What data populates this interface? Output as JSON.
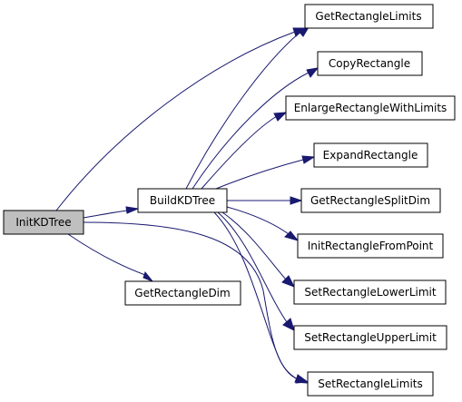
{
  "graph": {
    "edge_color": "#191970",
    "root_fill": "#bfbfbf",
    "nodes": {
      "InitKDTree": "InitKDTree",
      "BuildKDTree": "BuildKDTree",
      "GetRectangleDim": "GetRectangleDim",
      "GetRectangleLimits": "GetRectangleLimits",
      "CopyRectangle": "CopyRectangle",
      "EnlargeRectangleWithLimits": "EnlargeRectangleWithLimits",
      "ExpandRectangle": "ExpandRectangle",
      "GetRectangleSplitDim": "GetRectangleSplitDim",
      "InitRectangleFromPoint": "InitRectangleFromPoint",
      "SetRectangleLowerLimit": "SetRectangleLowerLimit",
      "SetRectangleUpperLimit": "SetRectangleUpperLimit",
      "SetRectangleLimits": "SetRectangleLimits"
    },
    "edges": [
      [
        "InitKDTree",
        "GetRectangleLimits"
      ],
      [
        "InitKDTree",
        "BuildKDTree"
      ],
      [
        "InitKDTree",
        "GetRectangleDim"
      ],
      [
        "InitKDTree",
        "SetRectangleLimits"
      ],
      [
        "BuildKDTree",
        "GetRectangleLimits"
      ],
      [
        "BuildKDTree",
        "CopyRectangle"
      ],
      [
        "BuildKDTree",
        "EnlargeRectangleWithLimits"
      ],
      [
        "BuildKDTree",
        "ExpandRectangle"
      ],
      [
        "BuildKDTree",
        "GetRectangleSplitDim"
      ],
      [
        "BuildKDTree",
        "InitRectangleFromPoint"
      ],
      [
        "BuildKDTree",
        "SetRectangleLowerLimit"
      ],
      [
        "BuildKDTree",
        "SetRectangleUpperLimit"
      ],
      [
        "BuildKDTree",
        "SetRectangleLimits"
      ]
    ]
  }
}
